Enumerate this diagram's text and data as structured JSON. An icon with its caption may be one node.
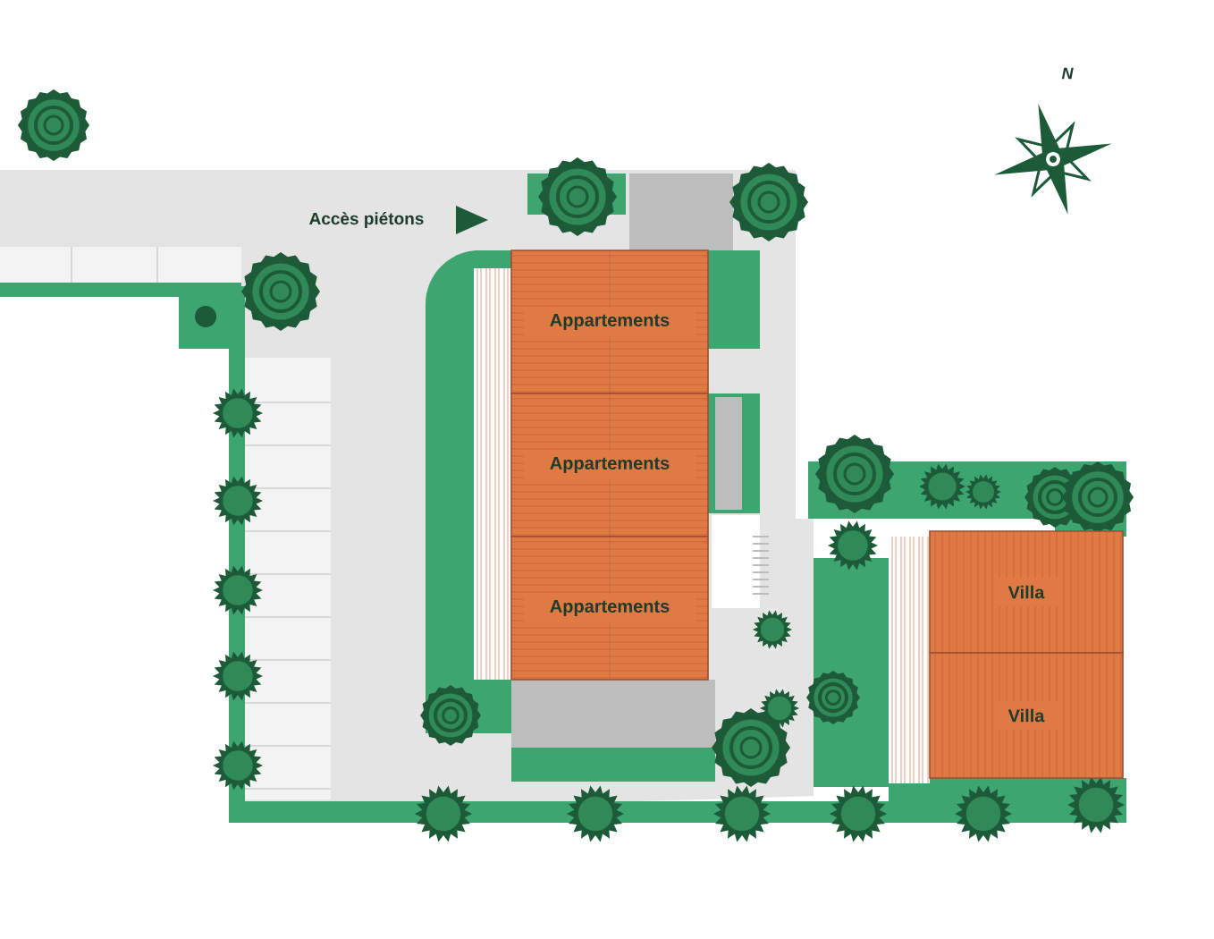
{
  "diagram": {
    "nodes": [
      {
        "text": [
          "Appartements"
        ]
      },
      {
        "text": [
          "Appartements"
        ]
      },
      {
        "text": [
          "Appartements"
        ]
      },
      {
        "text": [
          "Villa"
        ]
      },
      {
        "text": [
          "Villa"
        ]
      }
    ],
    "labels": [
      "N",
      "Accès piétons"
    ]
  }
}
